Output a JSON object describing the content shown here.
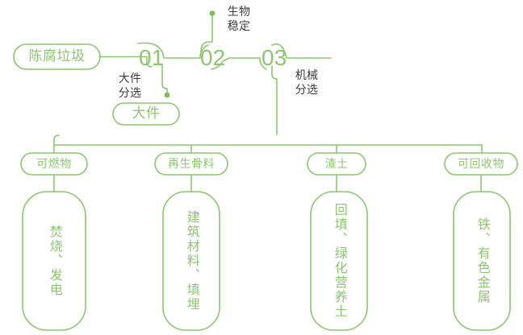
{
  "diagram": {
    "type": "process-flow",
    "accent_color": "#8CC76F",
    "text_color_dark": "#3c3c3c",
    "background": "#ffffff",
    "source": {
      "label": "陈腐垃圾"
    },
    "steps": [
      {
        "number": "01",
        "process_label": "大件\n分选",
        "process_label_position": "below-left"
      },
      {
        "number": "02",
        "process_label": "生物\n稳定",
        "process_label_position": "above-right"
      },
      {
        "number": "03",
        "process_label": "机械\n分选",
        "process_label_position": "below-right"
      }
    ],
    "side_output": {
      "label": "大件",
      "from_step": "01"
    },
    "outputs": [
      {
        "name": "可燃物",
        "use": "焚烧、发电"
      },
      {
        "name": "再生骨料",
        "use": "建筑材料、填埋"
      },
      {
        "name": "渣土",
        "use": "回填、绿化营养土"
      },
      {
        "name": "可回收物",
        "use": "铁、有色金属"
      }
    ]
  }
}
